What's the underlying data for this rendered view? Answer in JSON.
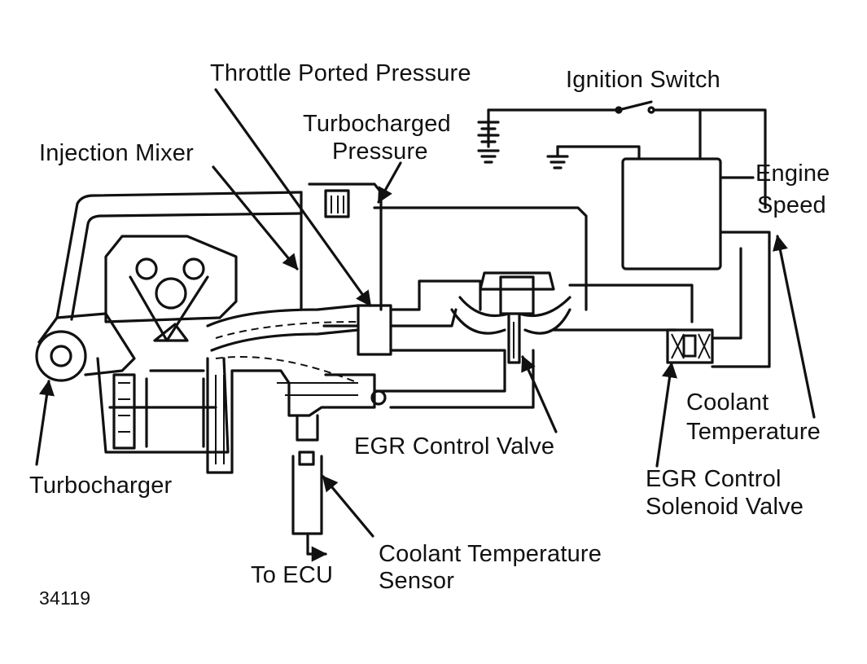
{
  "labels": {
    "throttle_ported_pressure": "Throttle Ported Pressure",
    "ignition_switch": "Ignition Switch",
    "turbocharged_pressure_line1": "Turbocharged",
    "turbocharged_pressure_line2": "Pressure",
    "injection_mixer": "Injection Mixer",
    "engine_speed_line1": "Engine",
    "engine_speed_line2": "Speed",
    "turbocharger": "Turbocharger",
    "egr_control_valve": "EGR Control Valve",
    "coolant_temperature_line1": "Coolant",
    "coolant_temperature_line2": "Temperature",
    "egr_control_solenoid_valve_line1": "EGR Control",
    "egr_control_solenoid_valve_line2": "Solenoid Valve",
    "to_ecu": "To ECU",
    "coolant_temperature_sensor_line1": "Coolant Temperature",
    "coolant_temperature_sensor_line2": "Sensor",
    "figure_number": "34119"
  }
}
